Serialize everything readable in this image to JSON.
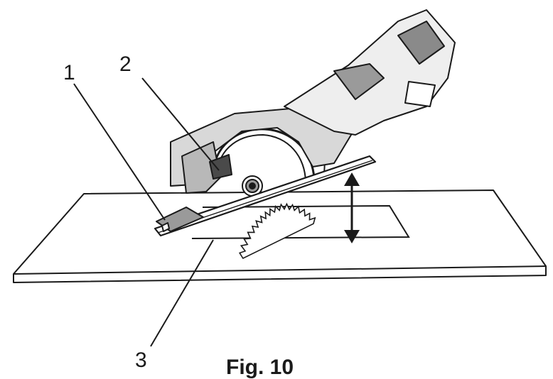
{
  "labels": [
    "1",
    "2",
    "3"
  ],
  "caption": "Fig. 10",
  "colors": {
    "ink": "#1a1a1a",
    "paper": "#ffffff"
  }
}
